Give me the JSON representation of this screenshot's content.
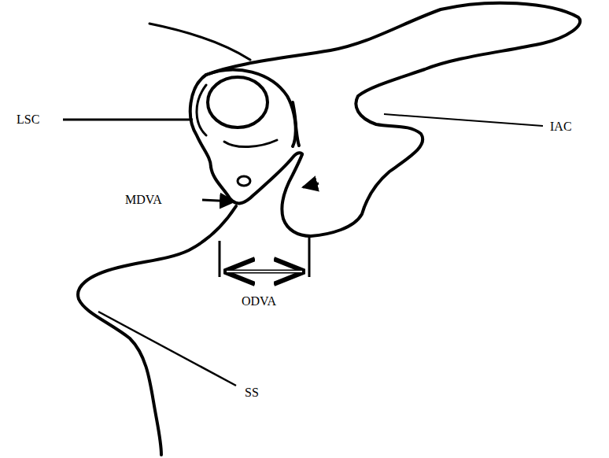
{
  "diagram": {
    "labels": [
      "LSC",
      "IAC",
      "MDVA",
      "ODVA",
      "SS"
    ]
  }
}
